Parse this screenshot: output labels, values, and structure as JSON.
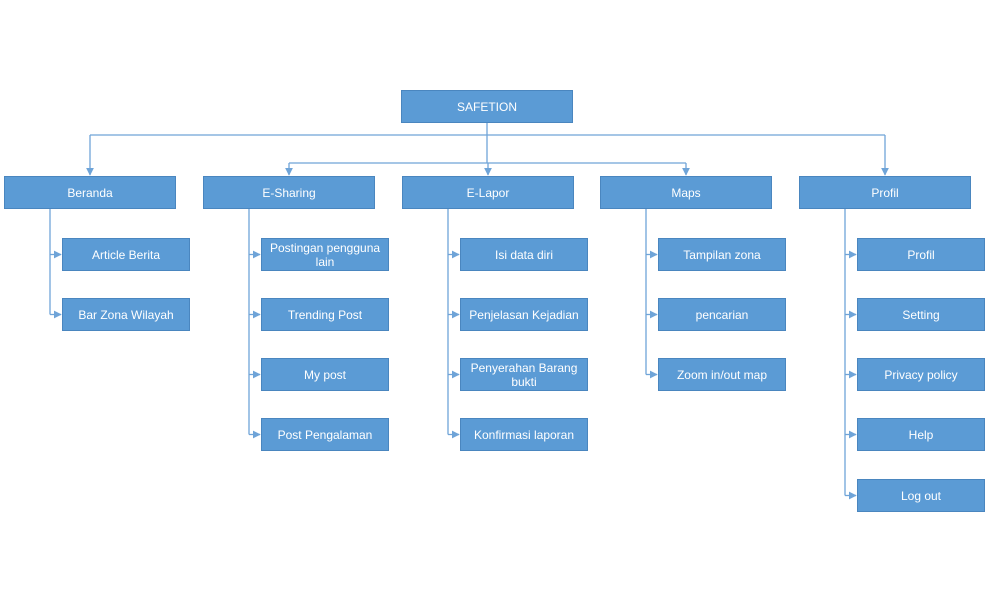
{
  "colors": {
    "node_fill": "#5b9bd5",
    "node_border": "#4a86bf",
    "connector": "#6fa4d8"
  },
  "root": "SAFETION",
  "categories": [
    {
      "label": "Beranda",
      "items": [
        "Article Berita",
        "Bar Zona Wilayah"
      ]
    },
    {
      "label": "E-Sharing",
      "items": [
        "Postingan pengguna lain",
        "Trending Post",
        "My post",
        "Post Pengalaman"
      ]
    },
    {
      "label": "E-Lapor",
      "items": [
        "Isi data diri",
        "Penjelasan Kejadian",
        "Penyerahan Barang bukti",
        "Konfirmasi laporan"
      ]
    },
    {
      "label": "Maps",
      "items": [
        "Tampilan zona",
        "pencarian",
        "Zoom in/out map"
      ]
    },
    {
      "label": "Profil",
      "items": [
        "Profil",
        "Setting",
        "Privacy policy",
        "Help",
        "Log out"
      ]
    }
  ]
}
